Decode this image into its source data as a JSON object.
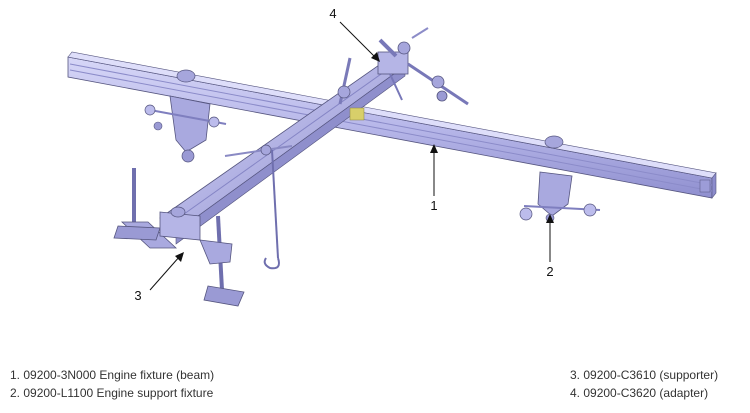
{
  "diagram": {
    "callouts": [
      {
        "number": "1"
      },
      {
        "number": "2"
      },
      {
        "number": "3"
      },
      {
        "number": "4"
      }
    ]
  },
  "legend": {
    "left": [
      "1. 09200-3N000 Engine fixture (beam)",
      "2. 09200-L1100 Engine support fixture"
    ],
    "right": [
      "3. 09200-C3610 (supporter)",
      "4. 09200-C3620 (adapter)"
    ]
  },
  "colors": {
    "metal_light": "#c9c9ef",
    "metal_mid": "#a9a9df",
    "metal_dark": "#7f7fbf",
    "outline": "#55557f",
    "accent": "#d8cf6a"
  }
}
